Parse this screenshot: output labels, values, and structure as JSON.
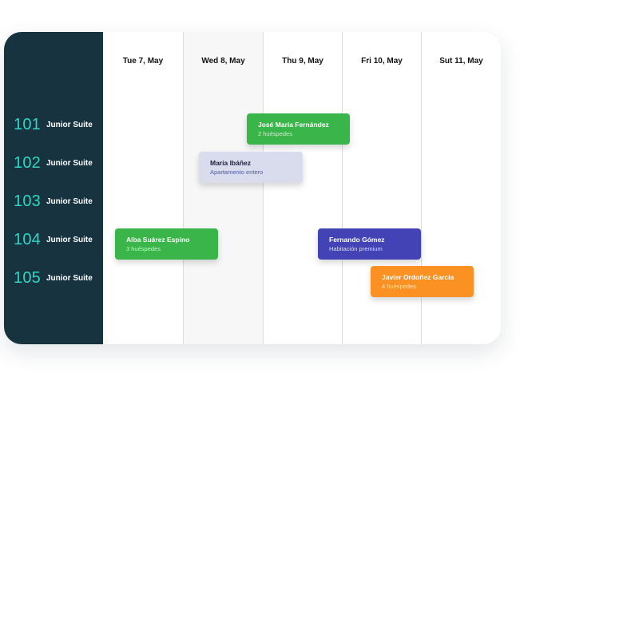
{
  "calendar": {
    "rooms": [
      {
        "number": "101",
        "type": "Junior Suite"
      },
      {
        "number": "102",
        "type": "Junior Suite"
      },
      {
        "number": "103",
        "type": "Junior Suite"
      },
      {
        "number": "104",
        "type": "Junior Suite"
      },
      {
        "number": "105",
        "type": "Junior Suite"
      }
    ],
    "days": [
      {
        "label": "Tue 7, May"
      },
      {
        "label": "Wed 8, May"
      },
      {
        "label": "Thu 9, May"
      },
      {
        "label": "Fri 10, May"
      },
      {
        "label": "Sut 11, May"
      }
    ],
    "bookings": [
      {
        "guest": "José María Fernández",
        "detail": "2 huéspedes",
        "room": "101",
        "color": "#3ab54a"
      },
      {
        "guest": "María Ibáñez",
        "detail": "Apartamento entero",
        "room": "102",
        "color": "#d9dcec"
      },
      {
        "guest": "Alba Suárez Espino",
        "detail": "3 huéspedes",
        "room": "104",
        "color": "#3ab54a"
      },
      {
        "guest": "Fernando Gómez",
        "detail": "Habitación premium",
        "room": "104",
        "color": "#4343b6"
      },
      {
        "guest": "Javier Ordoñez García",
        "detail": "4 huéspedes",
        "room": "105",
        "color": "#fb9122"
      }
    ],
    "colors": {
      "sidebar": "#173340",
      "room_number": "#2fd6c4",
      "highlighted_column": "#f7f7f7"
    }
  }
}
